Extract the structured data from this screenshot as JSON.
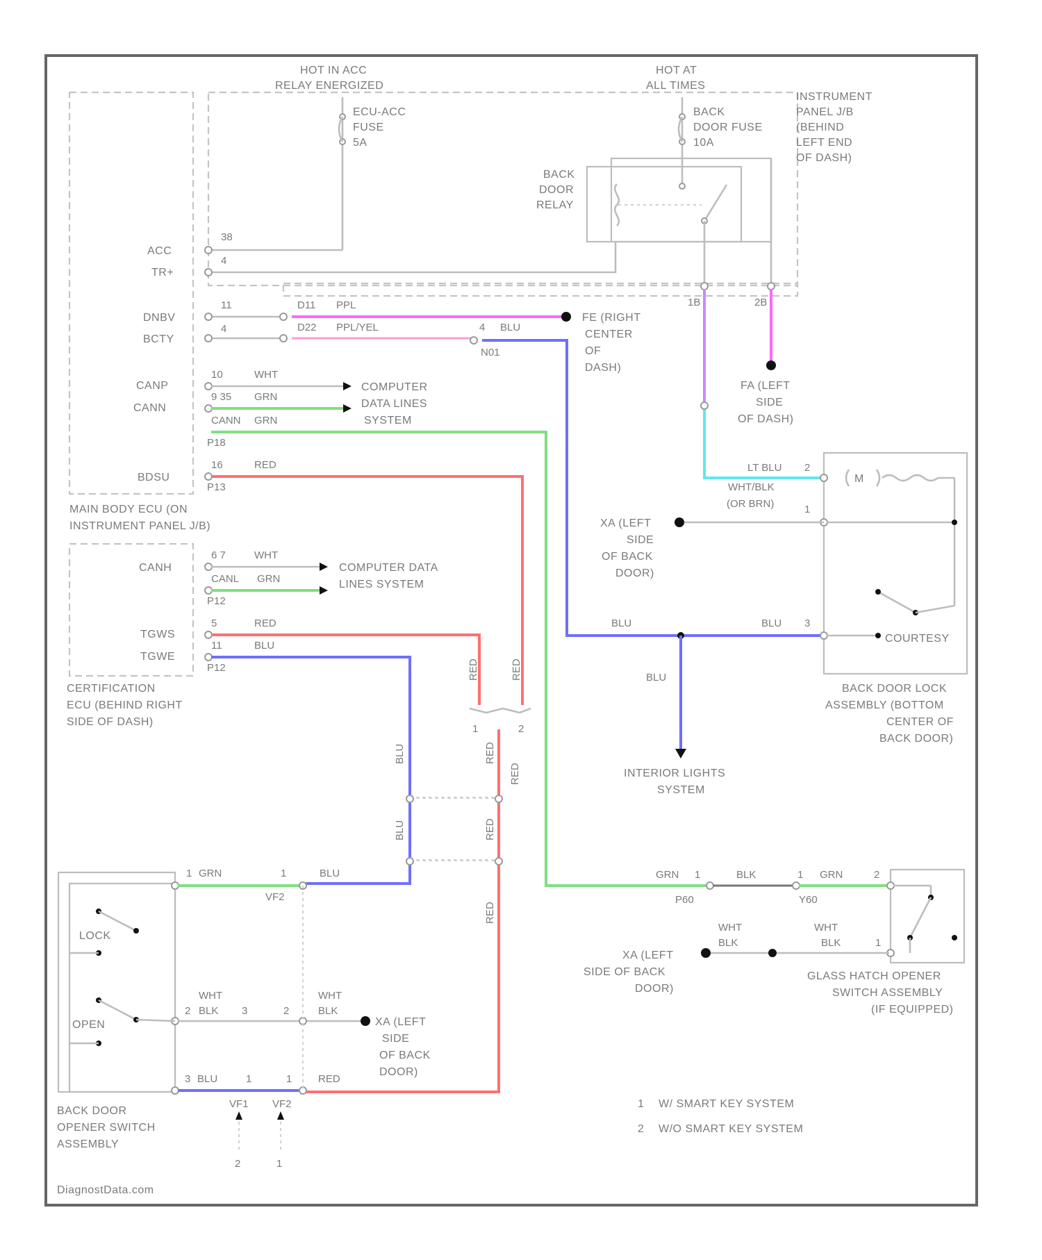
{
  "labels": {
    "hot_in_acc": "HOT IN ACC",
    "relay_energized": "RELAY ENERGIZED",
    "hot_at": "HOT AT",
    "all_times": "ALL TIMES",
    "ecu_acc_fuse": "ECU-ACC",
    "fuse_word_1": "FUSE",
    "amps_5": "5A",
    "back_door_fuse_1": "BACK",
    "back_door_fuse_2": "DOOR FUSE",
    "amps_10": "10A",
    "ipjb_1": "INSTRUMENT",
    "ipjb_2": "PANEL J/B",
    "ipjb_3": "(BEHIND",
    "ipjb_4": "LEFT END",
    "ipjb_5": "OF DASH)",
    "relay_1": "BACK",
    "relay_2": "DOOR",
    "relay_3": "RELAY",
    "acc": "ACC",
    "trn": "TR+",
    "dnbv": "DNBV",
    "bcty": "BCTY",
    "canp": "CANP",
    "cann": "CANN",
    "bdsu": "BDSU",
    "main_ecu_1": "MAIN BODY ECU (ON",
    "main_ecu_2": "INSTRUMENT PANEL J/B)",
    "cert_cann": "CANH",
    "tgws": "TGWS",
    "tgwe": "TGWE",
    "cert_1": "CERTIFICATION",
    "cert_2": "ECU (BEHIND RIGHT",
    "cert_3": "SIDE OF DASH)",
    "wire_d11_ppl": "PPL",
    "wire_d22_ppl_yel": "PPL/YEL",
    "wire_4_blu": "BLU",
    "wire_whl": "WHT",
    "wire_grn": "GRN",
    "wire_red": "RED",
    "wire_blu": "BLU",
    "conn_d11": "D11",
    "conn_d22": "D22",
    "conn_n01": "N01",
    "pin_10": "10",
    "pin_4": "4",
    "pin_9_35": "9 35",
    "pin_1_18": "P18",
    "pin_p18": "P18",
    "pin_16": "16",
    "pin_p13": "P13",
    "pin_6_7": "6 7",
    "pin_5": "5",
    "pin_11": "11",
    "pin_p12": "P12",
    "pin_1": "1",
    "pin_2": "2",
    "pin_3": "3",
    "cann_grn": "CANN",
    "cann_grn2": "CANL",
    "cd_1": "COMPUTER",
    "cd_2": "DATA LINES",
    "cd_3": "SYSTEM",
    "cd2_1": "COMPUTER DATA",
    "cd2_2": "LINES SYSTEM",
    "fe_1": "FE (RIGHT",
    "fe_2": "CENTER",
    "fe_3": "OF",
    "fe_4": "DASH)",
    "fa_1": "FA (LEFT",
    "fa_2": "SIDE",
    "fa_3": "OF DASH)",
    "motor_m": "M",
    "lt_blu": "LT BLU",
    "wht_blk": "WHT/BLK",
    "or_brn": "(OR BRN)",
    "xa_1": "XA (LEFT",
    "xa_2": "SIDE",
    "xa_3": "OF BACK",
    "xa_4": "DOOR)",
    "courtesy": "COURTESY",
    "bdla_1": "BACK DOOR LOCK",
    "bdla_2": "ASSEMBLY (BOTTOM",
    "bdla_3": "CENTER OF",
    "bdla_4": "BACK DOOR)",
    "interior_1": "INTERIOR LIGHTS",
    "interior_2": "SYSTEM",
    "blk": "BLK",
    "wht": "WHT",
    "grn": "GRN",
    "p60": "P60",
    "y60": "Y60",
    "xa_b_1": "XA (LEFT",
    "xa_b_2": "SIDE OF BACK",
    "xa_b_3": "DOOR)",
    "glass_1": "GLASS HATCH OPENER",
    "glass_2": "SWITCH ASSEMBLY",
    "glass_3": "(IF EQUIPPED)",
    "lock": "LOCK",
    "open": "OPEN",
    "bdos_1": "BACK DOOR",
    "bdos_2": "OPENER SWITCH",
    "bdos_3": "ASSEMBLY",
    "xa_c_1": "XA (LEFT",
    "xa_c_2": "SIDE",
    "xa_c_3": "OF BACK",
    "xa_c_4": "DOOR)",
    "vf1": "VF1",
    "vf2": "VF2",
    "legend_1": "W/ SMART KEY SYSTEM",
    "legend_2": "W/O SMART KEY SYSTEM",
    "legend_n1": "1",
    "legend_n2": "2",
    "footer": "DiagnostData.com"
  },
  "colors": {
    "purple": "#ff66ff",
    "purple_yel": "#ff99dd",
    "blue": "#6f6fff",
    "green": "#7fe07f",
    "red": "#ff6f6f",
    "cyan": "#5fe8f0",
    "gray": "#bdbdbd"
  }
}
